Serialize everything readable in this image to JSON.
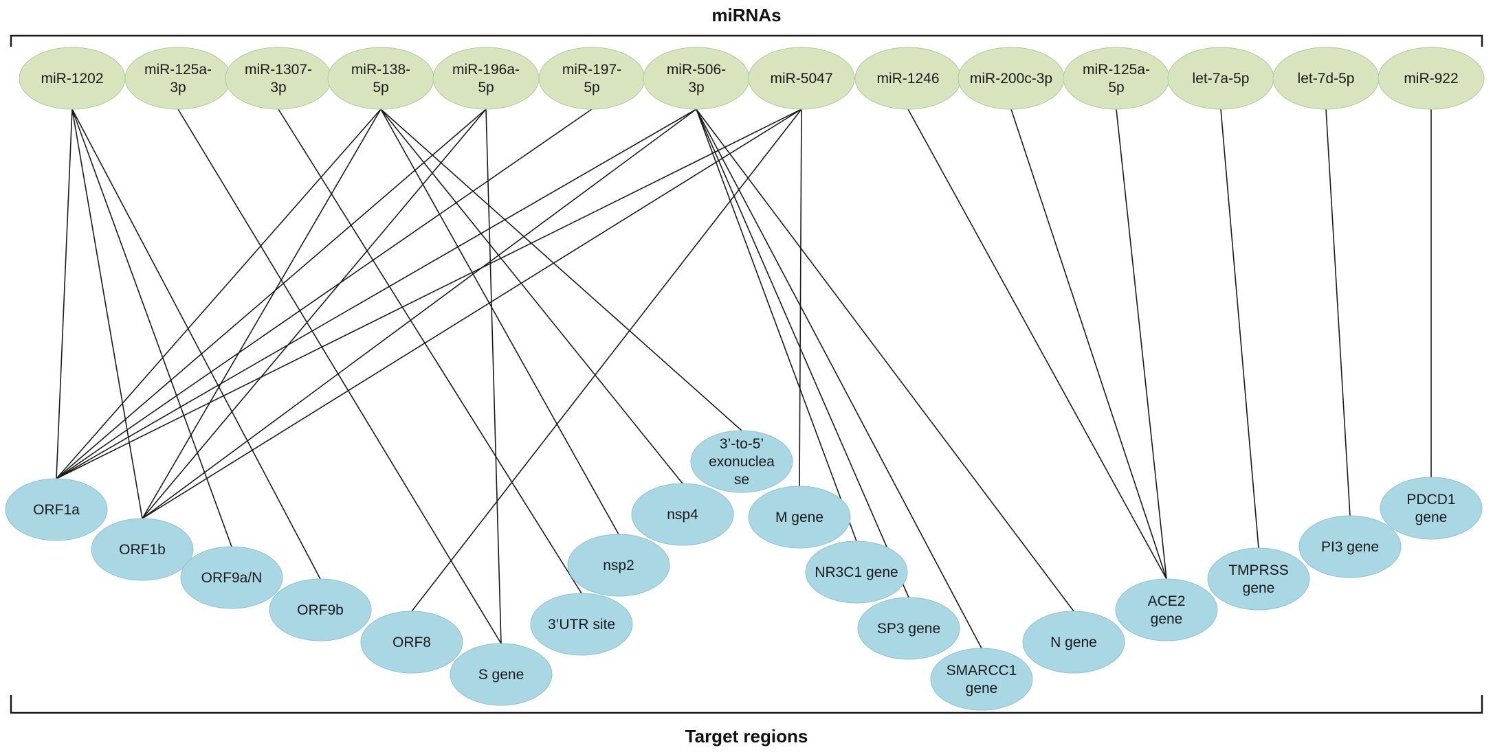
{
  "titles": {
    "top": "miRNAs",
    "bottom": "Target regions"
  },
  "colors": {
    "mirna_fill": "#d7e4bd",
    "mirna_stroke": "#b7c99a",
    "target_fill": "#aad7e4",
    "target_stroke": "#8fc3d3",
    "edge": "#1a1a1a",
    "bracket": "#1a1a1a"
  },
  "mirnas": [
    {
      "id": "m1",
      "lines": [
        "miR-1202"
      ]
    },
    {
      "id": "m2",
      "lines": [
        "miR-125a-",
        "3p"
      ]
    },
    {
      "id": "m3",
      "lines": [
        "miR-1307-",
        "3p"
      ]
    },
    {
      "id": "m4",
      "lines": [
        "miR-138-",
        "5p"
      ]
    },
    {
      "id": "m5",
      "lines": [
        "miR-196a-",
        "5p"
      ]
    },
    {
      "id": "m6",
      "lines": [
        "miR-197-",
        "5p"
      ]
    },
    {
      "id": "m7",
      "lines": [
        "miR-506-",
        "3p"
      ]
    },
    {
      "id": "m8",
      "lines": [
        "miR-5047"
      ]
    },
    {
      "id": "m9",
      "lines": [
        "miR-1246"
      ]
    },
    {
      "id": "m10",
      "lines": [
        "miR-200c-3p"
      ]
    },
    {
      "id": "m11",
      "lines": [
        "miR-125a-",
        "5p"
      ]
    },
    {
      "id": "m12",
      "lines": [
        "let-7a-5p"
      ]
    },
    {
      "id": "m13",
      "lines": [
        "let-7d-5p"
      ]
    },
    {
      "id": "m14",
      "lines": [
        "miR-922"
      ]
    }
  ],
  "targets": [
    {
      "id": "orf1a",
      "lines": [
        "ORF1a"
      ]
    },
    {
      "id": "orf1b",
      "lines": [
        "ORF1b"
      ]
    },
    {
      "id": "orf9an",
      "lines": [
        "ORF9a/N"
      ]
    },
    {
      "id": "orf9b",
      "lines": [
        "ORF9b"
      ]
    },
    {
      "id": "orf8",
      "lines": [
        "ORF8"
      ]
    },
    {
      "id": "sgene",
      "lines": [
        "S gene"
      ]
    },
    {
      "id": "utr",
      "lines": [
        "3’UTR site"
      ]
    },
    {
      "id": "nsp2",
      "lines": [
        "nsp2"
      ]
    },
    {
      "id": "nsp4",
      "lines": [
        "nsp4"
      ]
    },
    {
      "id": "exo",
      "lines": [
        "3’-to-5’",
        "exonuclea",
        "se"
      ]
    },
    {
      "id": "mgene",
      "lines": [
        "M gene"
      ]
    },
    {
      "id": "nr3c1",
      "lines": [
        "NR3C1 gene"
      ]
    },
    {
      "id": "sp3",
      "lines": [
        "SP3 gene"
      ]
    },
    {
      "id": "smarcc1",
      "lines": [
        "SMARCC1",
        "gene"
      ]
    },
    {
      "id": "ngene",
      "lines": [
        "N gene"
      ]
    },
    {
      "id": "ace2",
      "lines": [
        "ACE2",
        "gene"
      ]
    },
    {
      "id": "tmprss",
      "lines": [
        "TMPRSS",
        "gene"
      ]
    },
    {
      "id": "pi3",
      "lines": [
        "PI3 gene"
      ]
    },
    {
      "id": "pdcd1",
      "lines": [
        "PDCD1",
        "gene"
      ]
    }
  ],
  "edges": [
    [
      "m1",
      "orf1a"
    ],
    [
      "m1",
      "orf1b"
    ],
    [
      "m1",
      "orf9an"
    ],
    [
      "m1",
      "orf9b"
    ],
    [
      "m2",
      "sgene"
    ],
    [
      "m3",
      "utr"
    ],
    [
      "m4",
      "orf1a"
    ],
    [
      "m4",
      "orf1b"
    ],
    [
      "m4",
      "nsp2"
    ],
    [
      "m4",
      "nsp4"
    ],
    [
      "m4",
      "exo"
    ],
    [
      "m5",
      "orf1a"
    ],
    [
      "m5",
      "orf1b"
    ],
    [
      "m5",
      "sgene"
    ],
    [
      "m6",
      "orf1a"
    ],
    [
      "m7",
      "orf1a"
    ],
    [
      "m7",
      "orf1b"
    ],
    [
      "m7",
      "nr3c1"
    ],
    [
      "m7",
      "sp3"
    ],
    [
      "m7",
      "smarcc1"
    ],
    [
      "m7",
      "ngene"
    ],
    [
      "m8",
      "orf1a"
    ],
    [
      "m8",
      "orf1b"
    ],
    [
      "m8",
      "orf8"
    ],
    [
      "m8",
      "mgene"
    ],
    [
      "m9",
      "ace2"
    ],
    [
      "m10",
      "ace2"
    ],
    [
      "m11",
      "ace2"
    ],
    [
      "m12",
      "tmprss"
    ],
    [
      "m13",
      "pi3"
    ],
    [
      "m14",
      "pdcd1"
    ]
  ]
}
